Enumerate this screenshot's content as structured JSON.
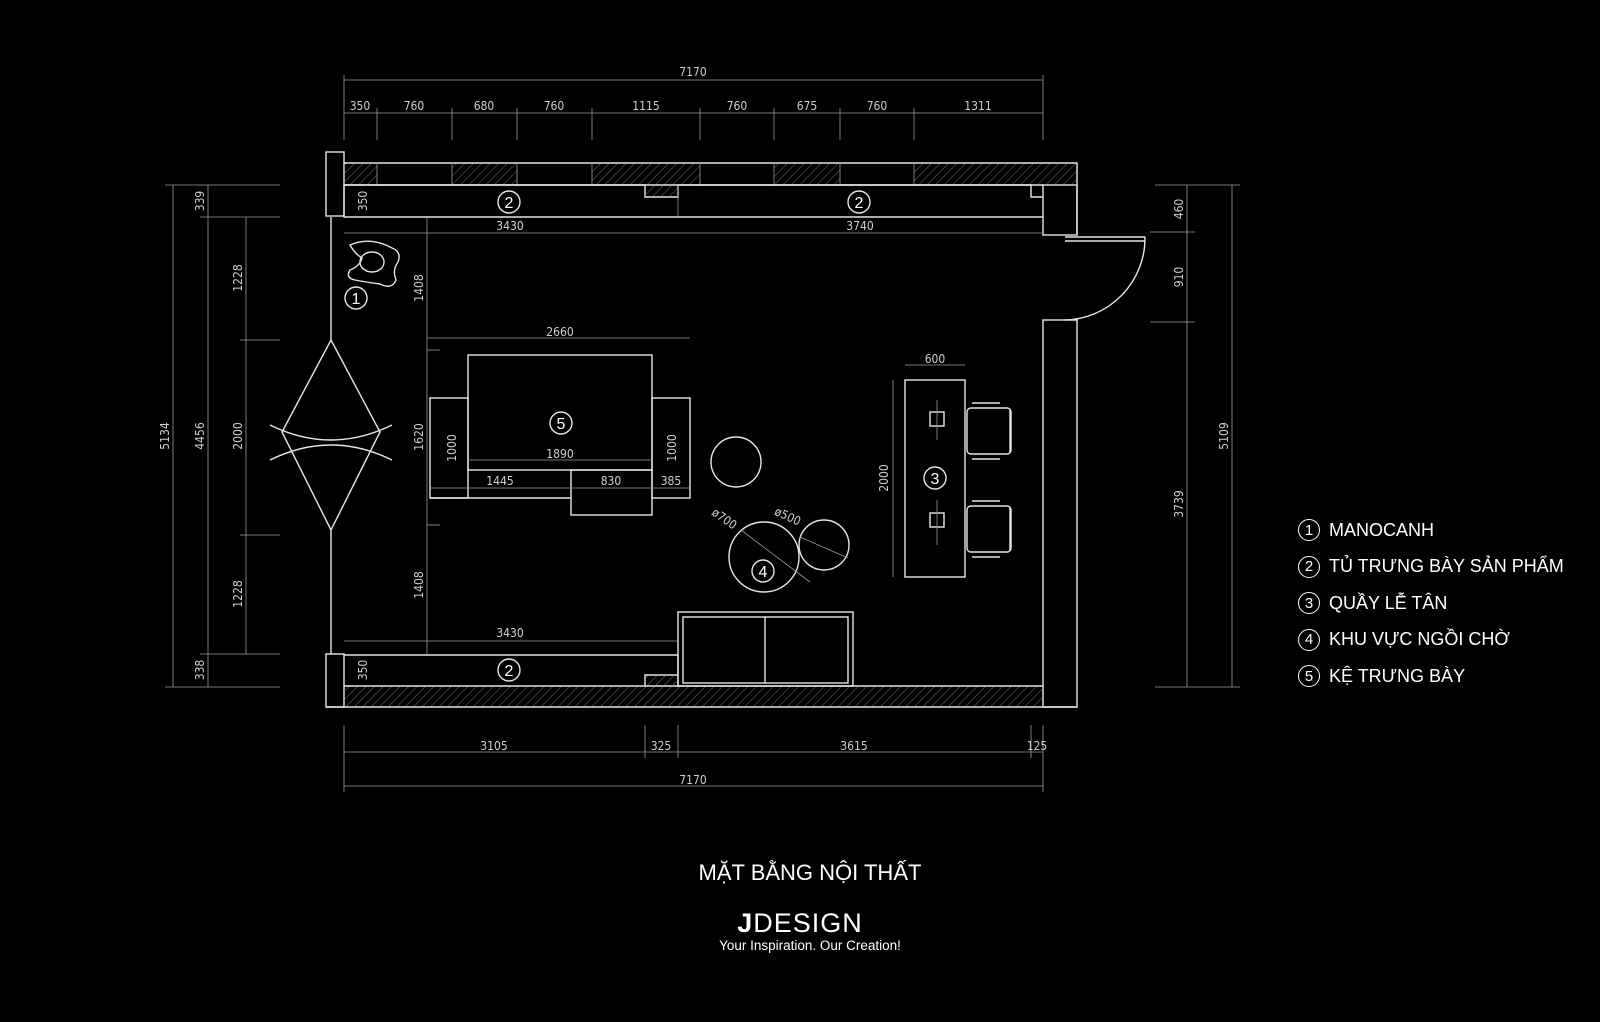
{
  "drawing": {
    "title": "MẶT BẰNG NỘI THẤT",
    "brand": {
      "logo_mark": "J",
      "logo_text": "DESIGN",
      "slogan": "Your Inspiration. Our Creation!"
    },
    "colors": {
      "background": "#000000",
      "lines": "#e6e6e6",
      "dimension": "#9a9a9a"
    }
  },
  "dimensions": {
    "top_total": "7170",
    "top_segments": [
      "350",
      "760",
      "680",
      "760",
      "1115",
      "760",
      "675",
      "760",
      "1311"
    ],
    "top_cabinets": [
      "3430",
      "3740"
    ],
    "top_cabinet_depth": "350",
    "left_outer": "5134",
    "left_mid": [
      "339",
      "4456",
      "338"
    ],
    "left_inner": [
      "1228",
      "2000",
      "1228"
    ],
    "inner_left": [
      "1408",
      "1620",
      "1408"
    ],
    "right": [
      "460",
      "910",
      "3739"
    ],
    "right_total": "5109",
    "bottom_segments": [
      "3105",
      "325",
      "3615",
      "125"
    ],
    "bottom_total": "7170",
    "bottom_cabinet": "3430",
    "bottom_cabinet_depth": "350",
    "shelf": {
      "width": "2660",
      "inner": "1890",
      "left_depth": "1000",
      "right_depth": "1000",
      "bottom": [
        "1445",
        "830",
        "385"
      ]
    },
    "desk": {
      "width": "600",
      "length": "2000"
    },
    "tables": {
      "large": "ø700",
      "small": "ø500"
    }
  },
  "tags": [
    "1",
    "2",
    "2",
    "2",
    "3",
    "4",
    "5"
  ],
  "legend": [
    {
      "num": "1",
      "label": "MANOCANH"
    },
    {
      "num": "2",
      "label": "TỦ TRƯNG BÀY SẢN PHẨM"
    },
    {
      "num": "3",
      "label": "QUẦY LỄ TÂN"
    },
    {
      "num": "4",
      "label": "KHU VỰC NGỒI CHỜ"
    },
    {
      "num": "5",
      "label": "KỆ TRƯNG BÀY"
    }
  ]
}
